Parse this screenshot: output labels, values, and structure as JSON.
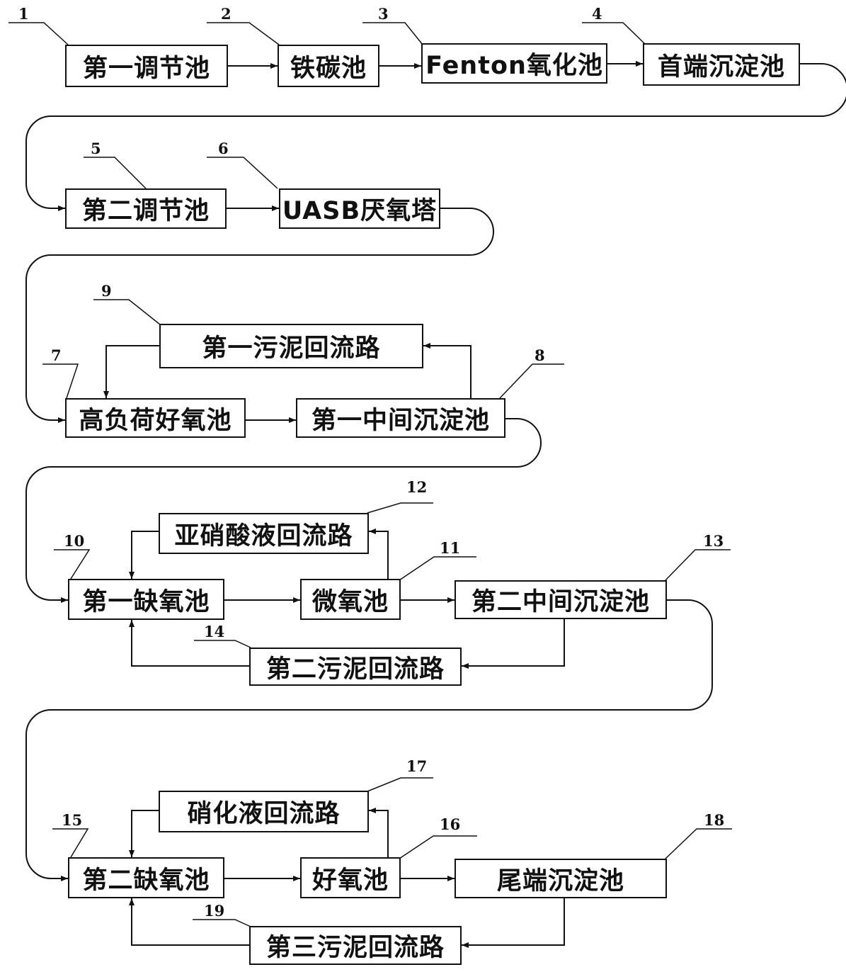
{
  "units": [
    {
      "id": 1,
      "number": "1",
      "label": "第一调节池"
    },
    {
      "id": 2,
      "number": "2",
      "label": "铁碳池"
    },
    {
      "id": 3,
      "number": "3",
      "label": "Fenton氧化池"
    },
    {
      "id": 4,
      "number": "4",
      "label": "首端沉淀池"
    },
    {
      "id": 5,
      "number": "5",
      "label": "第二调节池"
    },
    {
      "id": 6,
      "number": "6",
      "label": "UASB厌氧塔"
    },
    {
      "id": 7,
      "number": "7",
      "label": "高负荷好氧池"
    },
    {
      "id": 8,
      "number": "8",
      "label": "第一中间沉淀池"
    },
    {
      "id": 9,
      "number": "9",
      "label": "第一污泥回流路"
    },
    {
      "id": 10,
      "number": "10",
      "label": "第一缺氧池"
    },
    {
      "id": 11,
      "number": "11",
      "label": "微氧池"
    },
    {
      "id": 12,
      "number": "12",
      "label": "亚硝酸液回流路"
    },
    {
      "id": 13,
      "number": "13",
      "label": "第二中间沉淀池"
    },
    {
      "id": 14,
      "number": "14",
      "label": "第二污泥回流路"
    },
    {
      "id": 15,
      "number": "15",
      "label": "第二缺氧池"
    },
    {
      "id": 16,
      "number": "16",
      "label": "好氧池"
    },
    {
      "id": 17,
      "number": "17",
      "label": "硝化液回流路"
    },
    {
      "id": 18,
      "number": "18",
      "label": "尾端沉淀池"
    },
    {
      "id": 19,
      "number": "19",
      "label": "第三污泥回流路"
    }
  ],
  "flows": [
    {
      "from": 1,
      "to": 2
    },
    {
      "from": 2,
      "to": 3
    },
    {
      "from": 3,
      "to": 4
    },
    {
      "from": 4,
      "to": 5
    },
    {
      "from": 5,
      "to": 6
    },
    {
      "from": 6,
      "to": 7
    },
    {
      "from": 7,
      "to": 8
    },
    {
      "from": 8,
      "to": 9
    },
    {
      "from": 9,
      "to": 7
    },
    {
      "from": 8,
      "to": 10
    },
    {
      "from": 10,
      "to": 11
    },
    {
      "from": 11,
      "to": 12
    },
    {
      "from": 12,
      "to": 10
    },
    {
      "from": 11,
      "to": 13
    },
    {
      "from": 13,
      "to": 14
    },
    {
      "from": 14,
      "to": 10
    },
    {
      "from": 13,
      "to": 15
    },
    {
      "from": 15,
      "to": 16
    },
    {
      "from": 16,
      "to": 17
    },
    {
      "from": 17,
      "to": 15
    },
    {
      "from": 16,
      "to": 18
    },
    {
      "from": 18,
      "to": 19
    },
    {
      "from": 19,
      "to": 15
    }
  ]
}
